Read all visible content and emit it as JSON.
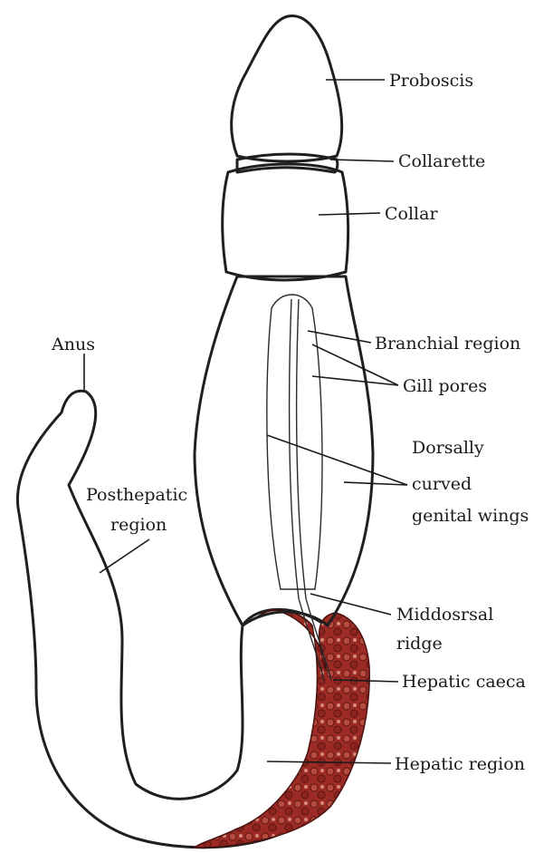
{
  "labels": {
    "proboscis": "Proboscis",
    "collarette": "Collarette",
    "collar": "Collar",
    "anus": "Anus",
    "branchial_region": "Branchial region",
    "gill_pores": "Gill pores",
    "posthepatic_line1": "Posthepatic",
    "posthepatic_line2": "region",
    "genital_line1": "Dorsally",
    "genital_line2": "curved",
    "genital_line3": "genital wings",
    "middorsal_line1": "Middosrsal",
    "middorsal_line2": "ridge",
    "hepatic_caeca": "Hepatic caeca",
    "hepatic_region": "Hepatic region"
  },
  "colors": {
    "proboscis_fill": "#a8262a",
    "caeca_fill": "#9c2a25",
    "body_fill": "#f4efe9",
    "stipple": "#3a3a3a",
    "outline": "#1f1f1f"
  }
}
